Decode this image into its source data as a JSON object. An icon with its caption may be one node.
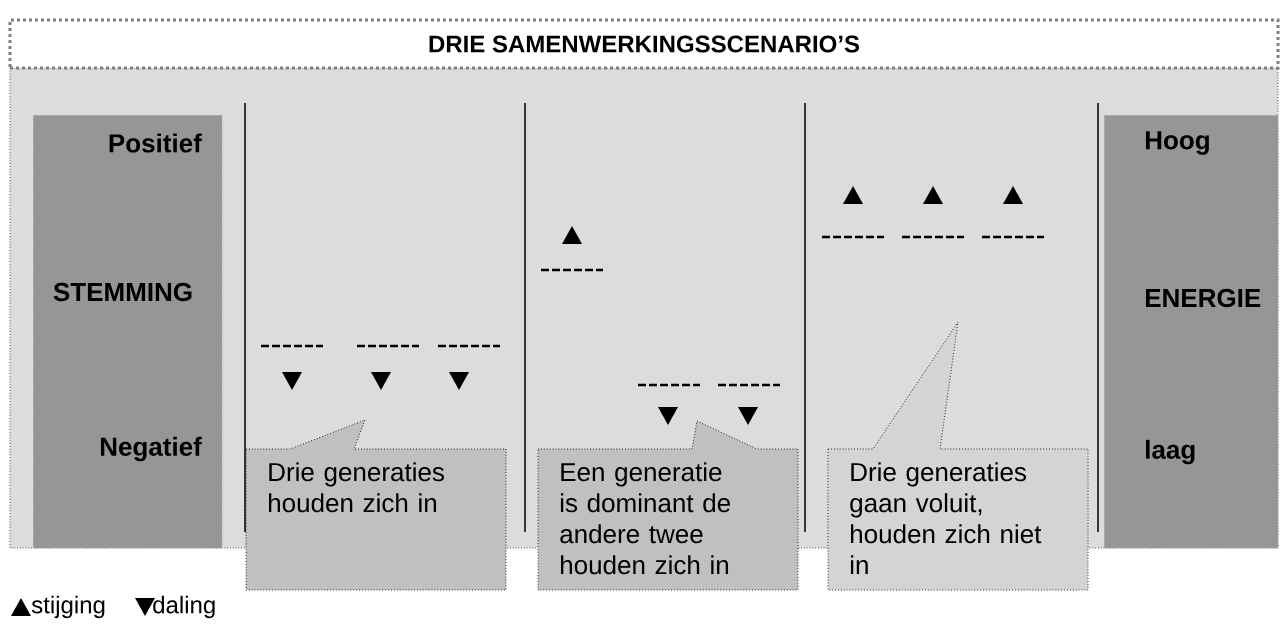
{
  "diagram": {
    "nodes": [
      {
        "text": [
          "DRIE SAMENWERKINGSSCENARIO’S"
        ]
      },
      {
        "text": [
          "Positief",
          "STEMMING",
          "Negatief"
        ]
      },
      {
        "text": [
          "Hoog",
          "ENERGIE",
          "laag"
        ]
      },
      {
        "text": [
          "Drie generaties houden zich in"
        ]
      },
      {
        "text": [
          "Een generatie is dominant de andere twee houden zich in"
        ]
      },
      {
        "text": [
          "Drie generaties gaan voluit, houden zich niet in"
        ]
      }
    ],
    "legend": [
      {
        "text": "stijging"
      },
      {
        "text": "daling"
      }
    ]
  }
}
